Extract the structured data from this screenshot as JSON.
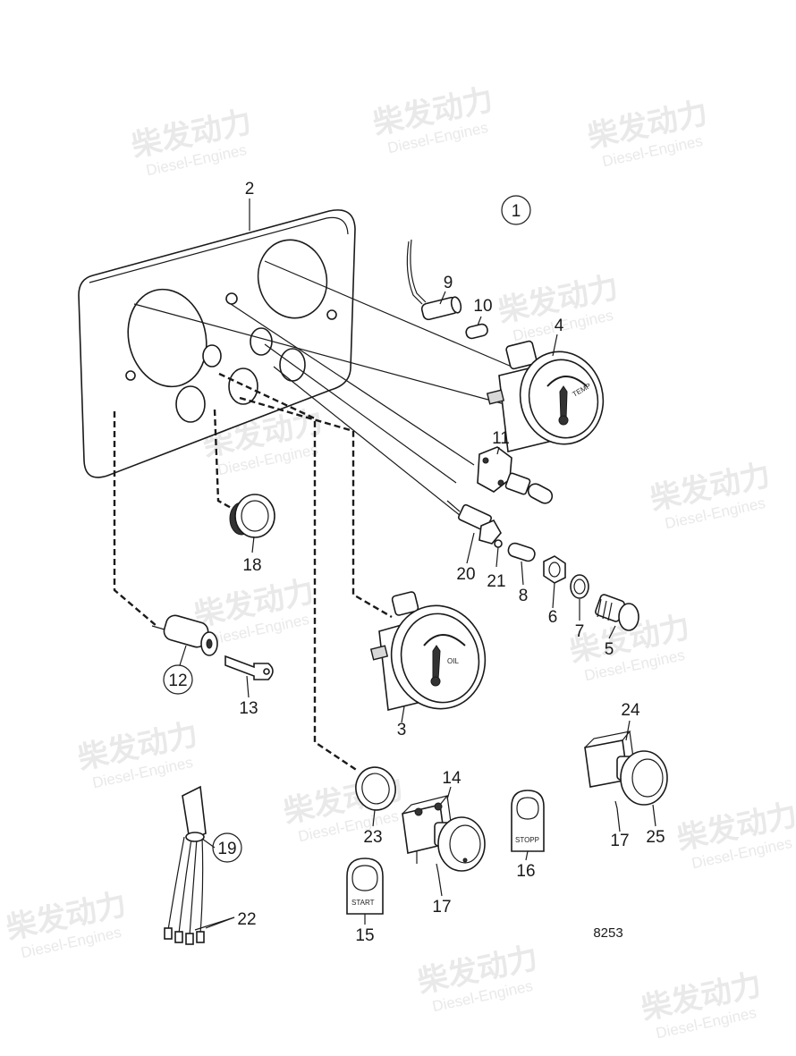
{
  "diagram": {
    "drawing_number": "8253",
    "view_marker": "1",
    "watermark": {
      "brand_cn": "柴发动力",
      "brand_en": "Diesel-Engines"
    },
    "gauge_labels": {
      "temp": "TEMP",
      "oil": "OIL",
      "start": "START",
      "stopp": "STOPP"
    },
    "callouts": [
      "2",
      "9",
      "10",
      "4",
      "11",
      "18",
      "20",
      "21",
      "8",
      "6",
      "7",
      "5",
      "12",
      "13",
      "3",
      "24",
      "14",
      "19",
      "23",
      "16",
      "17",
      "25",
      "22",
      "15"
    ]
  }
}
